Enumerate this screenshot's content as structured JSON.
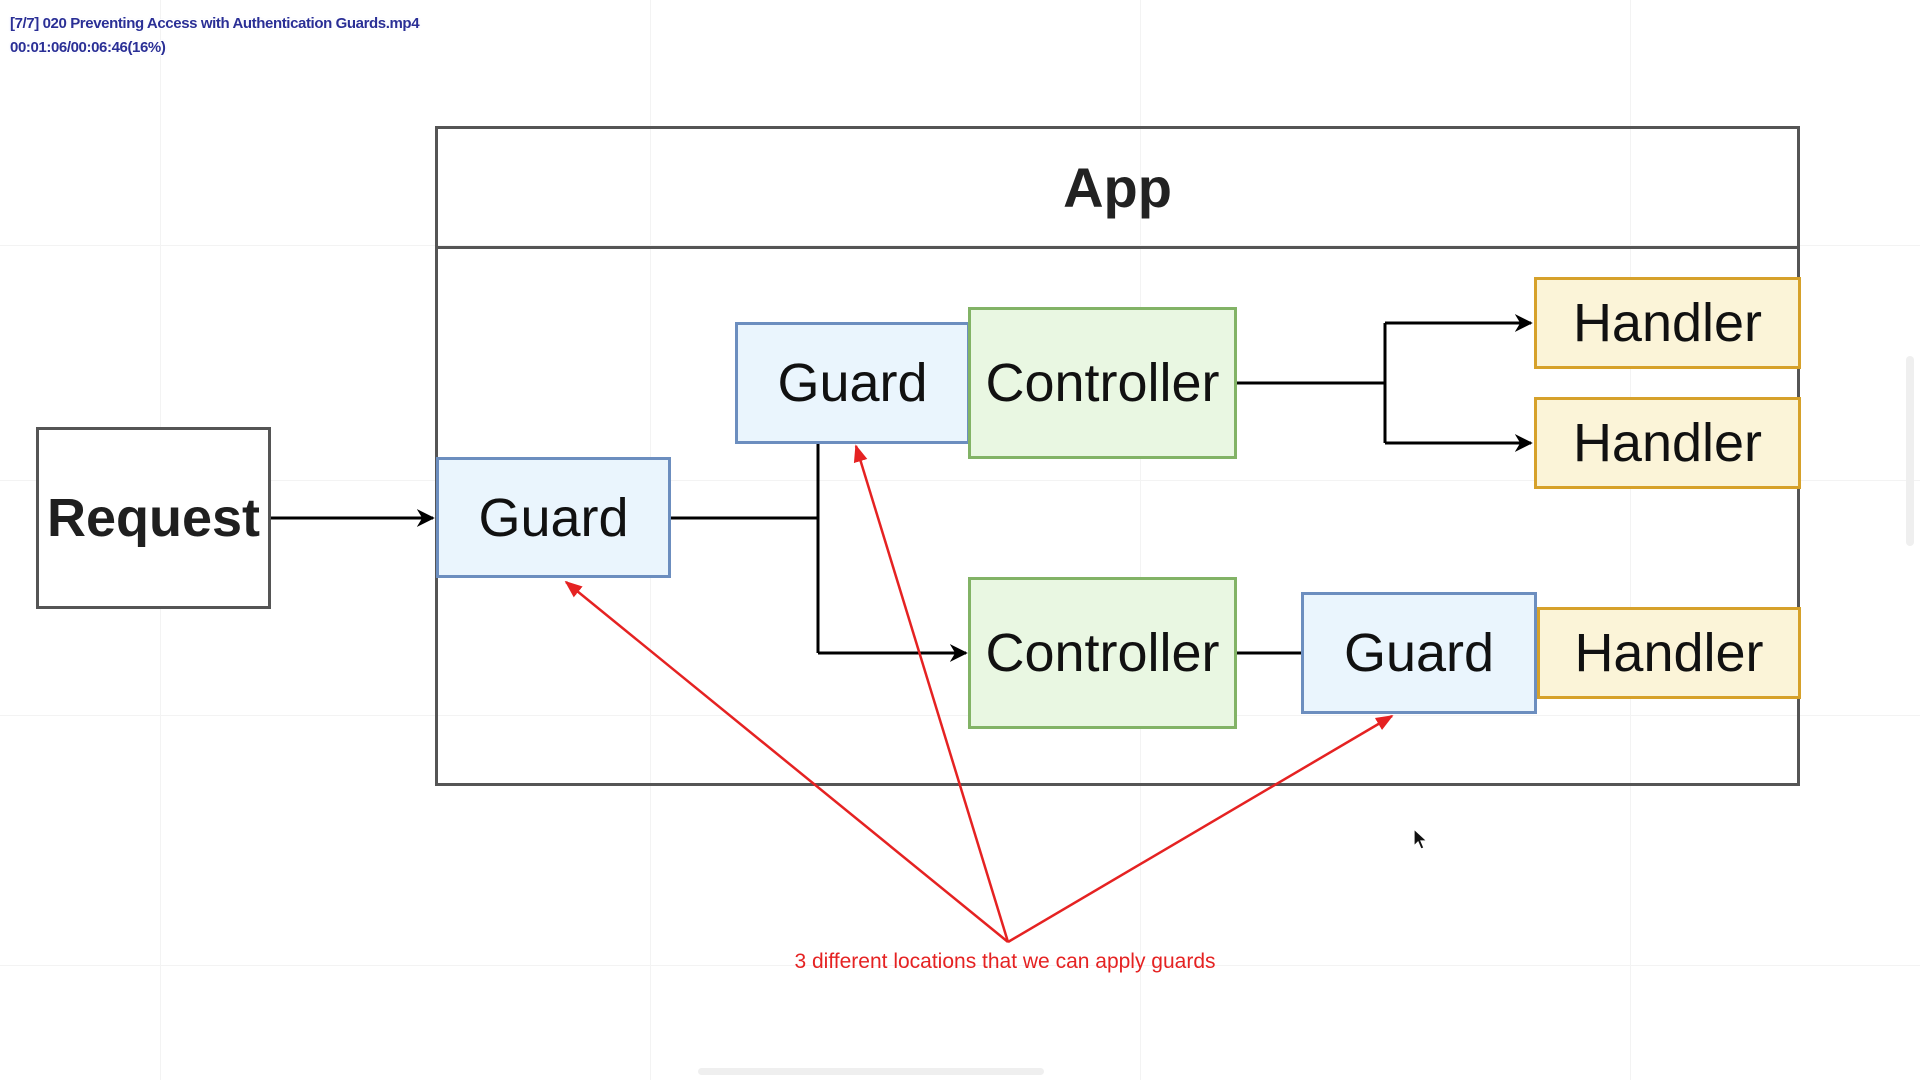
{
  "overlay": {
    "title": "[7/7] 020 Preventing Access with Authentication Guards.mp4",
    "time": "00:01:06/00:06:46(16%)"
  },
  "diagram": {
    "app_title": "App",
    "request_label": "Request",
    "guard_entry_label": "Guard",
    "guard_controller_label": "Guard",
    "controller_top_label": "Controller",
    "controller_bottom_label": "Controller",
    "guard_handler_label": "Guard",
    "handler_top_1_label": "Handler",
    "handler_top_2_label": "Handler",
    "handler_bottom_label": "Handler",
    "annotation_text": "3 different locations that we can apply guards",
    "colors": {
      "guard_fill": "#eaf5fd",
      "guard_border": "#6c8ebf",
      "controller_fill": "#e9f7e2",
      "controller_border": "#82b366",
      "handler_fill": "#fbf4d8",
      "handler_border": "#d6a12a",
      "annotation_red": "#e52222"
    }
  },
  "icons": {
    "cursor": "mouse-pointer-icon"
  }
}
